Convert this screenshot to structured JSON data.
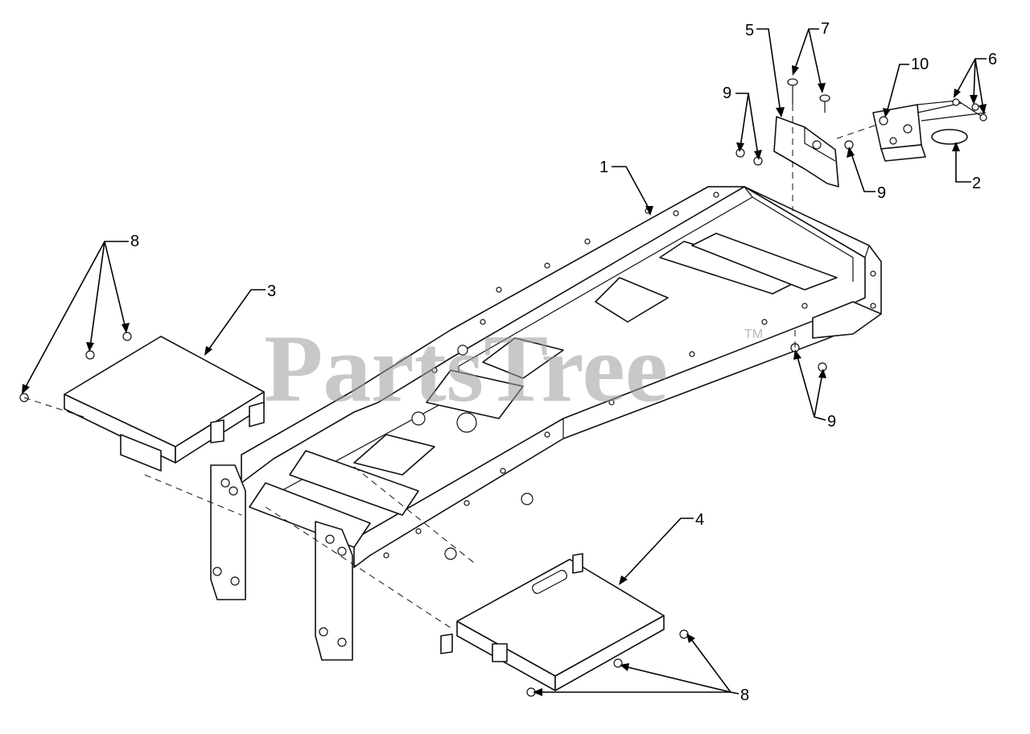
{
  "watermark": {
    "text": "PartsTree",
    "trademark": "TM"
  },
  "callouts": [
    {
      "id": "c1",
      "label": "1"
    },
    {
      "id": "c2",
      "label": "2"
    },
    {
      "id": "c3",
      "label": "3"
    },
    {
      "id": "c4",
      "label": "4"
    },
    {
      "id": "c5",
      "label": "5"
    },
    {
      "id": "c6",
      "label": "6"
    },
    {
      "id": "c7",
      "label": "7"
    },
    {
      "id": "c8a",
      "label": "8"
    },
    {
      "id": "c8b",
      "label": "8"
    },
    {
      "id": "c9a",
      "label": "9"
    },
    {
      "id": "c9b",
      "label": "9"
    },
    {
      "id": "c9c",
      "label": "9"
    },
    {
      "id": "c10",
      "label": "10"
    }
  ]
}
